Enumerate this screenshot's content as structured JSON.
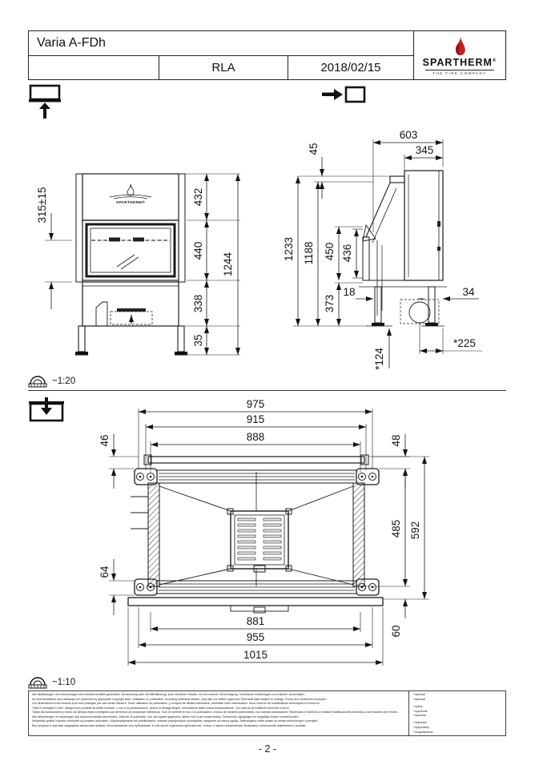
{
  "header": {
    "title": "Varia A-FDh",
    "code": "RLA",
    "date": "2018/02/15",
    "brand": "SPARTHERM",
    "brand_reg": "®",
    "tagline": "THE FIRE COMPANY"
  },
  "view_scales": {
    "front_side": "~1:20",
    "top": "~1:10"
  },
  "front_view": {
    "logo_text": "SPARTHERM®",
    "dims": {
      "glass_height": "315±15",
      "hood_height": "432",
      "window_height": "440",
      "base_height": "338",
      "feet_height": "35",
      "total_height": "1244"
    }
  },
  "side_view": {
    "dims": {
      "total_depth": "603",
      "rear_depth": "345",
      "top_offset": "45",
      "total_height": "1233",
      "body_height": "1188",
      "glass_height": "450",
      "inner_height": "436",
      "base_height": "373",
      "front_gap": "18",
      "rear_gap": "34",
      "duct_drop": "*124",
      "duct_offset": "*225"
    }
  },
  "top_view": {
    "dims": {
      "width_outer": "975",
      "width_mid": "915",
      "width_inner": "888",
      "front_gap_left": "46",
      "front_gap_right": "48",
      "depth_body": "485",
      "depth_total": "592",
      "rail_height": "64",
      "bottom_inner": "881",
      "bottom_mid": "955",
      "bottom_outer": "1015",
      "rear_gap": "60"
    }
  },
  "footer": {
    "page_number": "- 2 -"
  },
  "disclaimer": {
    "lines": [
      "Alle Abbildungen und Zeichnungen sind urheberrechtlich geschützt. Verwendung oder Veröffentlichung, auch einzelner Details, nur mit unserer Genehmigung. Technische Änderungen und Irrtümer vorbehalten.",
      "All representations and drawings are protected by applicable copyright laws. Utilisation or publication, including individual details, only with our written approval. Technical data subject to change. Errors and omissions excepted.",
      "Les illustrations et les dessins sont tous protégés par des droits d'auteur. Toute utilisation ou publication, y compris de détails individuels, nécessite notre autorisation. Sous réserve de modifications techniques et d'erreurs.",
      "Tutte le immagini e tutti i disegni sono protetti da diritto d'autore. L'uso o la pubblicazione, anche di dettagli singoli, necessitano della nostra autorizzazione. Con riserva di modifiche tecniche e errori.",
      "Todas las ilustraciones y todos los dibujos están protegidos por derechos de propiedad intelectual. Solo se permite el uso o la publicación, incluso de detalles particulares, con nuestra autorización. Reservado el derecho a realizar modificaciones técnicas y correcciones de errores.",
      "Alle afbeeldingen en tekeningen zijn auteursrechtelijk beschermd. Gebruik of publicatie, ook van aparte gegevens, alleen met onze toestemming. Technische wijzigingen en mogelijke fouten voorbehouden.",
      "Wszystkie grafiki i rysunki chronione są prawem autorskim. Wykorzystywanie lub publikowanie, również pojedynczych szczegółów, wyłącznie za naszą zgodą. Zastrzegamy sobie prawo do zmian technicznych i pomyłek.",
      "Все рисунки и чертежи защищены авторским правом. Использование или публикация, в том числе отдельных фрагментов, только с нашего разрешения. Возможны технические изменения и ошибки."
    ],
    "optional": [
      "*optional",
      "*optional",
      "*option",
      "*opzionale",
      "*opcional",
      "*optioneel",
      "*opcjonalny",
      "*опционально"
    ]
  },
  "colors": {
    "flame_red": "#c4201f",
    "flame_dark": "#7c1214",
    "line": "#1a1a1a"
  }
}
